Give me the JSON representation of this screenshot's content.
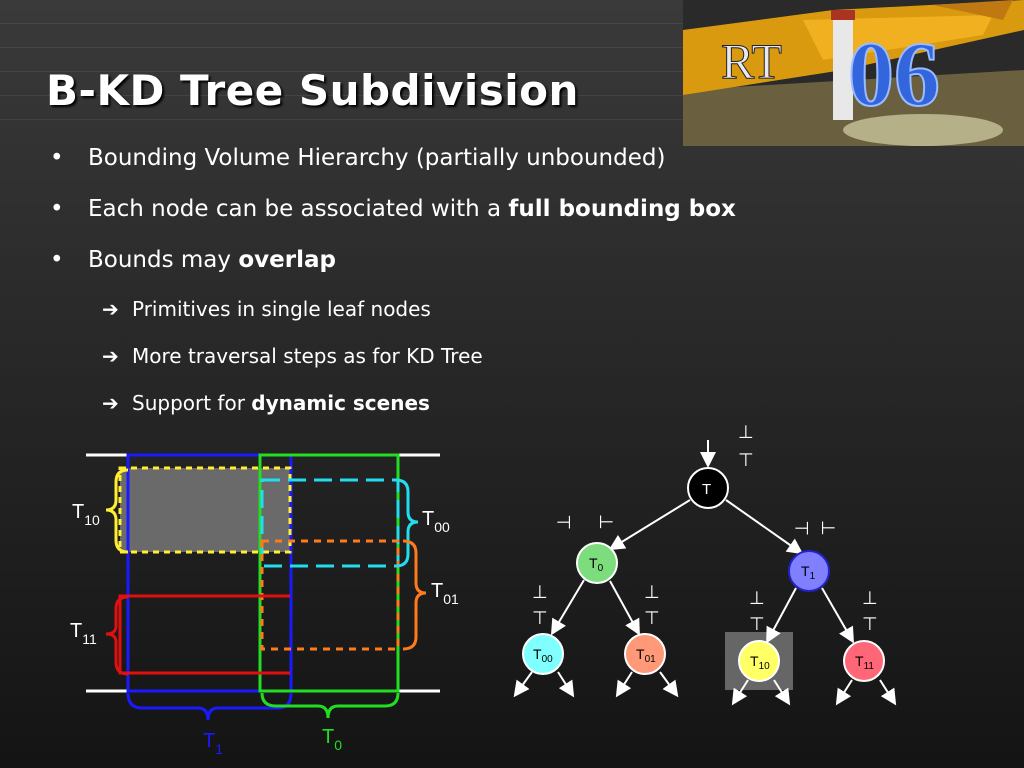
{
  "slide": {
    "title": "B-KD Tree Subdivision",
    "logo_text": "RT",
    "logo_number": "06",
    "bullet_glyph": "•",
    "arrow_glyph": "➔",
    "bullets": [
      {
        "text": "Bounding Volume Hierarchy (partially unbounded)",
        "bold": ""
      },
      {
        "text": "Each node can be associated with a ",
        "bold": "full bounding box"
      },
      {
        "text": "Bounds may ",
        "bold": "overlap"
      }
    ],
    "sub_bullets": [
      {
        "text": "Primitives in single leaf nodes",
        "bold": ""
      },
      {
        "text": "More traversal steps as for KD Tree",
        "bold": ""
      },
      {
        "text": "Support for ",
        "bold": "dynamic scenes"
      }
    ]
  },
  "left_diagram": {
    "labels": {
      "t10": {
        "base": "T",
        "sub": "10"
      },
      "t11": {
        "base": "T",
        "sub": "11"
      },
      "t00": {
        "base": "T",
        "sub": "00"
      },
      "t01": {
        "base": "T",
        "sub": "01"
      },
      "t1": {
        "base": "T",
        "sub": "1"
      },
      "t0": {
        "base": "T",
        "sub": "0"
      }
    }
  },
  "tree_diagram": {
    "root": "T",
    "split_glyph_top": "⊥",
    "split_glyph_bottom": "⊤",
    "nodes": {
      "t0": {
        "base": "T",
        "sub": "0"
      },
      "t1": {
        "base": "T",
        "sub": "1"
      },
      "t00": {
        "base": "T",
        "sub": "00"
      },
      "t01": {
        "base": "T",
        "sub": "01"
      },
      "t10": {
        "base": "T",
        "sub": "10"
      },
      "t11": {
        "base": "T",
        "sub": "11"
      }
    }
  },
  "colors": {
    "blue": "#1a1aff",
    "green": "#22dd22",
    "yellow": "#ffee33",
    "cyan": "#22ddee",
    "orange": "#ff7a1a",
    "red": "#e01010",
    "node_t0": "#7ddd7d",
    "node_t1": "#8080ff",
    "node_t00": "#80ffff",
    "node_t01": "#ff9977",
    "node_t10": "#ffff66",
    "node_t11": "#ff6677"
  }
}
